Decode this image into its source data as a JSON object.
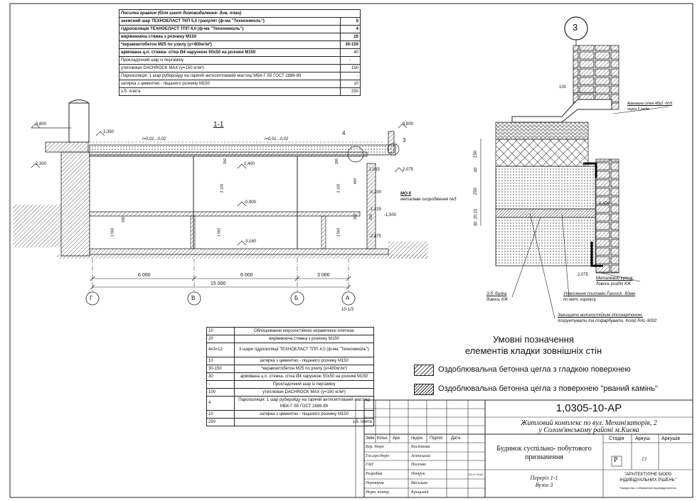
{
  "top_table": {
    "header": "Посилка гравієм (біля шахт димовидалення- див. план)",
    "rows": [
      {
        "label": "захисний шар  ТЕХНОЕЛАСТ ТКП 5,0 гранулят (ф-ма \"Технониколь\")",
        "value": "5"
      },
      {
        "label": "гідроізоляція  ТЕХНОЕЛАСТ ТПП 4,0 (ф-ма \"Технониколь\")",
        "value": "4"
      },
      {
        "label": "вирівнююча стяжка з розчину М150",
        "value": "20"
      },
      {
        "label": "*керамзитобетон М25 по ухилу (γ=400кг/м³)",
        "value": "30-150"
      },
      {
        "label": "армована ц.п. стяжка- сітка Ø4 чарункою 50х50 на розчині М150",
        "value": "40"
      },
      {
        "label": "Прокладочний шар із пергаміну",
        "value": "-"
      },
      {
        "label": "утеплювач DACHROCK MAX (γ=150 кг/м³)",
        "value": "150"
      },
      {
        "label": "Пароізоляція: 1 шар руберойду на гарячій антисептованій мастиці МБК-Г-55  ГОСТ 2889-89",
        "value": "-"
      },
      {
        "label": "затирка з цементно - піщаного розчину М150",
        "value": "10"
      },
      {
        "label": "з.б. плита",
        "value": "250"
      }
    ]
  },
  "section": {
    "title": "1-1",
    "slope_1": "i=0,01...0,02",
    "slope_2": "i=0,01...0,02",
    "elevations": [
      "3,800",
      "3,350",
      "2,300",
      "2,400",
      "2,015",
      "2,075",
      "3,800",
      "-0,200",
      "-0,900",
      "-1,215",
      "-1,500",
      "-2,875",
      "-3,160"
    ],
    "mark_4": "4",
    "mark_3": "3",
    "mo5": "МО-5",
    "mo5_note": "металеве огородження №5",
    "dims": [
      "6 000",
      "6 000",
      "3 000",
      "15 000"
    ],
    "vdims": [
      "3 100",
      "1 960",
      "300",
      "1 960",
      "3 100",
      "300",
      "300",
      "1 960",
      "400",
      "600",
      "300"
    ],
    "axes": [
      "Г",
      "В",
      "Б",
      "А"
    ],
    "axis_ref": "10-1/3"
  },
  "node": {
    "number": "3",
    "dim_100": "100",
    "mesh_note_1": "Армована сітка 4Вр1 -50/5",
    "mesh_note_2": "через 5 рядів",
    "vdims": [
      "150",
      "40",
      "250",
      "10",
      "20",
      "30"
    ],
    "elev_0400": "0,400",
    "elev_2075": "2,075",
    "metal_corner_1": "Металевий кутик",
    "metal_corner_2": "дивись розділ КЖ",
    "beam_1": "З.б. балка",
    "beam_2": "дивись КЖ",
    "insul_1": "Утеплення плитами Fasrock- 50мм",
    "insul_2": "по мет. каркасу.",
    "protect_1": "Захищати вологостійким гіпсокартоном,",
    "protect_2": "погрунтувати та пофарбувати. Колір RAL-9002"
  },
  "bottom_table": {
    "rows": [
      {
        "value": "10",
        "label": "Облицювання морозостійкою керамічною плиткою"
      },
      {
        "value": "20",
        "label": "вирівнююча стяжка з розчину М150"
      },
      {
        "value": "4х3=12",
        "label": "3 шари гідроізоляції  ТЕХНОЕЛАСТ ТПП 4,0 (ф-ма \"Технониколь\")"
      },
      {
        "value": "10",
        "label": "затирка з цементно - піщаного розчину М150"
      },
      {
        "value": "30-150",
        "label": "*керамзитобетон М25 по ухилу (γ=400кг/м³)"
      },
      {
        "value": "30",
        "label": "армована ц.п. стяжка- сітка Ø4 чарункою 50х50 на розчині М150"
      },
      {
        "value": "-",
        "label": "Прокладочний шар із пергаміну"
      },
      {
        "value": "100",
        "label": "утеплювач DACHROCK MAX (γ=150 кг/м³)"
      },
      {
        "value": "4",
        "label": "Пароізоляція: 1 шар руберойду на гарячій антисептованій мастиці МБК-Г-55  ГОСТ 2889-89"
      },
      {
        "value": "10",
        "label": "затирка з цементно - піщаного розчину М150"
      },
      {
        "value": "250",
        "label": "з.б. плита"
      }
    ]
  },
  "legend": {
    "title_1": "Умовні позначення",
    "title_2": "елементів кладки зовнішніх стін",
    "item_1": "Оздоблювальна бетонна цегла з гладкою поверхнею",
    "item_2": "Оздоблювальна бетонна цегла з поверхнею \"рваний камінь\""
  },
  "title_block": {
    "code": "1,0305-10-АР",
    "project_1": "Житловий комплекс по вул. Механізаторів, 2",
    "project_2": "у Солом'янському районі м.Києва",
    "building_1": "Будинок суспільно- побутового",
    "building_2": "призначення",
    "sheet_1": "Переріз 1-1",
    "sheet_2": "Вузол 3",
    "cols": [
      "Змін",
      "Кільк.",
      "Арк.",
      "№док.",
      "Підпис",
      "Дата"
    ],
    "stage_h": "Стадія",
    "sheet_h": "Аркуш",
    "sheets_h": "Аркушів",
    "stage": "Р",
    "sheet_no": "13",
    "roles": [
      {
        "role": "Кер. бюро",
        "name": "Костікова",
        "date": ""
      },
      {
        "role": "Гол.арх.бюро",
        "name": "Зелінський",
        "date": ""
      },
      {
        "role": "ГАП",
        "name": "Посенко",
        "date": ""
      },
      {
        "role": "Розробив",
        "name": "Петрук",
        "date": "24.07.2019"
      },
      {
        "role": "Перевірив",
        "name": "Васильєв",
        "date": ""
      },
      {
        "role": "Норм. контр.",
        "name": "Крицький",
        "date": ""
      }
    ],
    "org_1": "\"АРХІТЕКТУРНЕ БЮРО",
    "org_2": "ІНДИВІДУАЛЬНИХ РІШЕНЬ\"",
    "org_3": "Товариство з обмеженою відповідальністю"
  }
}
